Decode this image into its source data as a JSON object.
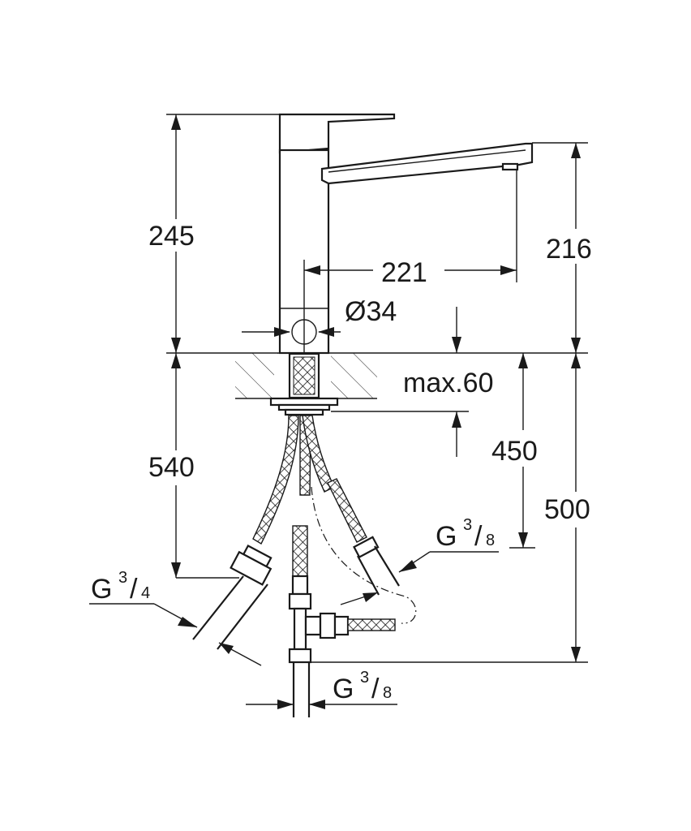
{
  "dimensions": {
    "total_height": "245",
    "spout_height": "216",
    "spout_reach": "221",
    "hole_diameter": "Ø34",
    "max_deck_thickness": "max.60",
    "hose_length_left": "540",
    "hose_length_right": "450",
    "below_deck_height": "500"
  },
  "connections": {
    "left": {
      "prefix": "G",
      "num": "3",
      "slash": "/",
      "den": "4"
    },
    "right": {
      "prefix": "G",
      "num": "3",
      "slash": "/",
      "den": "8"
    },
    "bottom": {
      "prefix": "G",
      "num": "3",
      "slash": "/",
      "den": "8"
    }
  }
}
